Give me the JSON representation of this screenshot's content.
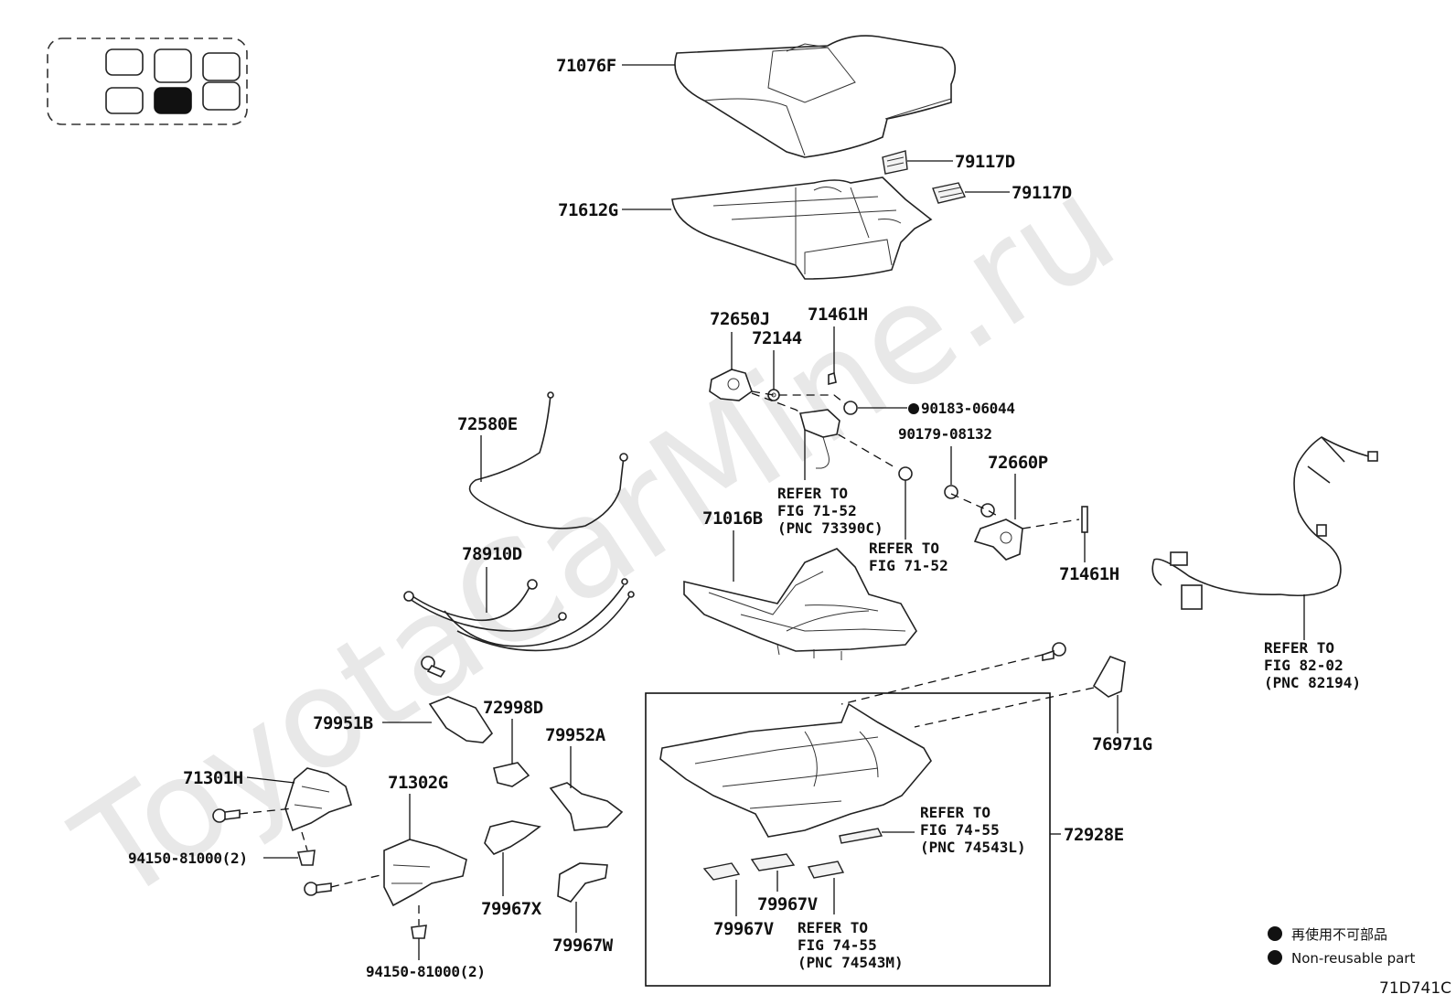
{
  "watermark": "ToyotaCarMine.ru",
  "figure_code": "71D741C",
  "legend": {
    "line_ja": "再使用不可部品",
    "line_en": "Non-reusable part"
  },
  "seat_map": {
    "selected_index": 4
  },
  "parts": {
    "p71076F": "71076F",
    "p79117D_a": "79117D",
    "p79117D_b": "79117D",
    "p71612G": "71612G",
    "p72650J": "72650J",
    "p71461H_top": "71461H",
    "p72144": "72144",
    "p90183": "90183-06044",
    "p90179": "90179-08132",
    "p72660P": "72660P",
    "p71461H_right": "71461H",
    "p72580E": "72580E",
    "p71016B": "71016B",
    "p78910D": "78910D",
    "p72998D": "72998D",
    "p79951B": "79951B",
    "p79952A": "79952A",
    "p71301H": "71301H",
    "p71302G": "71302G",
    "p94150_a": "94150-81000(2)",
    "p94150_b": "94150-81000(2)",
    "p79967X": "79967X",
    "p79967W": "79967W",
    "p79967V_a": "79967V",
    "p79967V_b": "79967V",
    "p76971G": "76971G",
    "p72928E": "72928E"
  },
  "refs": {
    "r71_52_pnc": [
      "REFER TO",
      "FIG 71-52",
      "(PNC 73390C)"
    ],
    "r71_52": [
      "REFER TO",
      "FIG 71-52"
    ],
    "r82_02": [
      "REFER TO",
      "FIG 82-02",
      "(PNC 82194)"
    ],
    "r74_55_L": [
      "REFER TO",
      "FIG 74-55",
      "(PNC 74543L)"
    ],
    "r74_55_M": [
      "REFER TO",
      "FIG 74-55",
      "(PNC 74543M)"
    ]
  }
}
